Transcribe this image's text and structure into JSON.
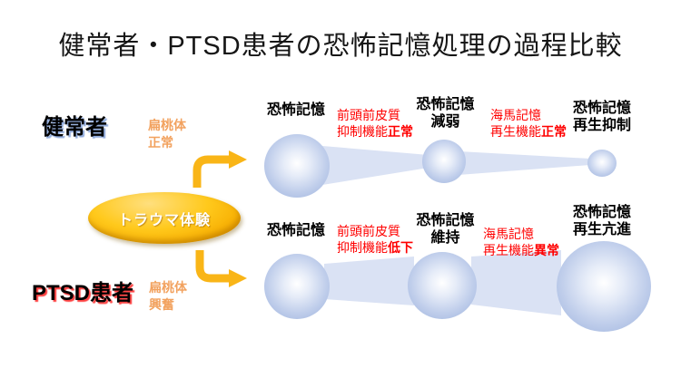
{
  "title": "健常者・PTSD患者の恐怖記憶処理の過程比較",
  "groups": {
    "healthy": {
      "label": "健常者",
      "amygdala_line1": "扁桃体",
      "amygdala_line2": "正常"
    },
    "ptsd": {
      "label": "PTSD患者",
      "amygdala_line1": "扁桃体",
      "amygdala_line2": "興奮"
    }
  },
  "trauma_oval": {
    "label": "トラウマ体験"
  },
  "healthy_flow": {
    "stage1": "恐怖記憶",
    "process1_line1": "前頭前皮質",
    "process1_line2": "抑制機能",
    "process1_emphasis": "正常",
    "stage2_line1": "恐怖記憶",
    "stage2_line2": "減弱",
    "process2_line1": "海馬記憶",
    "process2_line2": "再生機能",
    "process2_emphasis": "正常",
    "stage3_line1": "恐怖記憶",
    "stage3_line2": "再生抑制"
  },
  "ptsd_flow": {
    "stage1": "恐怖記憶",
    "process1_line1": "前頭前皮質",
    "process1_line2": "抑制機能",
    "process1_emphasis": "低下",
    "stage2_line1": "恐怖記憶",
    "stage2_line2": "維持",
    "process2_line1": "海馬記憶",
    "process2_line2": "再生機能",
    "process2_emphasis": "異常",
    "stage3_line1": "恐怖記憶",
    "stage3_line2": "再生亢進"
  },
  "colors": {
    "emphasis_red": "#FF0000",
    "amygdala_orange": "#F2A25F",
    "arrow_gold": "#F9B517",
    "oval_gold": "#FFC000",
    "sphere_blue": "#A9BCE2",
    "band_blue": "#DAE2F4",
    "healthy_shadow_blue": "#8FAADC",
    "ptsd_shadow_red": "#FF4040"
  }
}
